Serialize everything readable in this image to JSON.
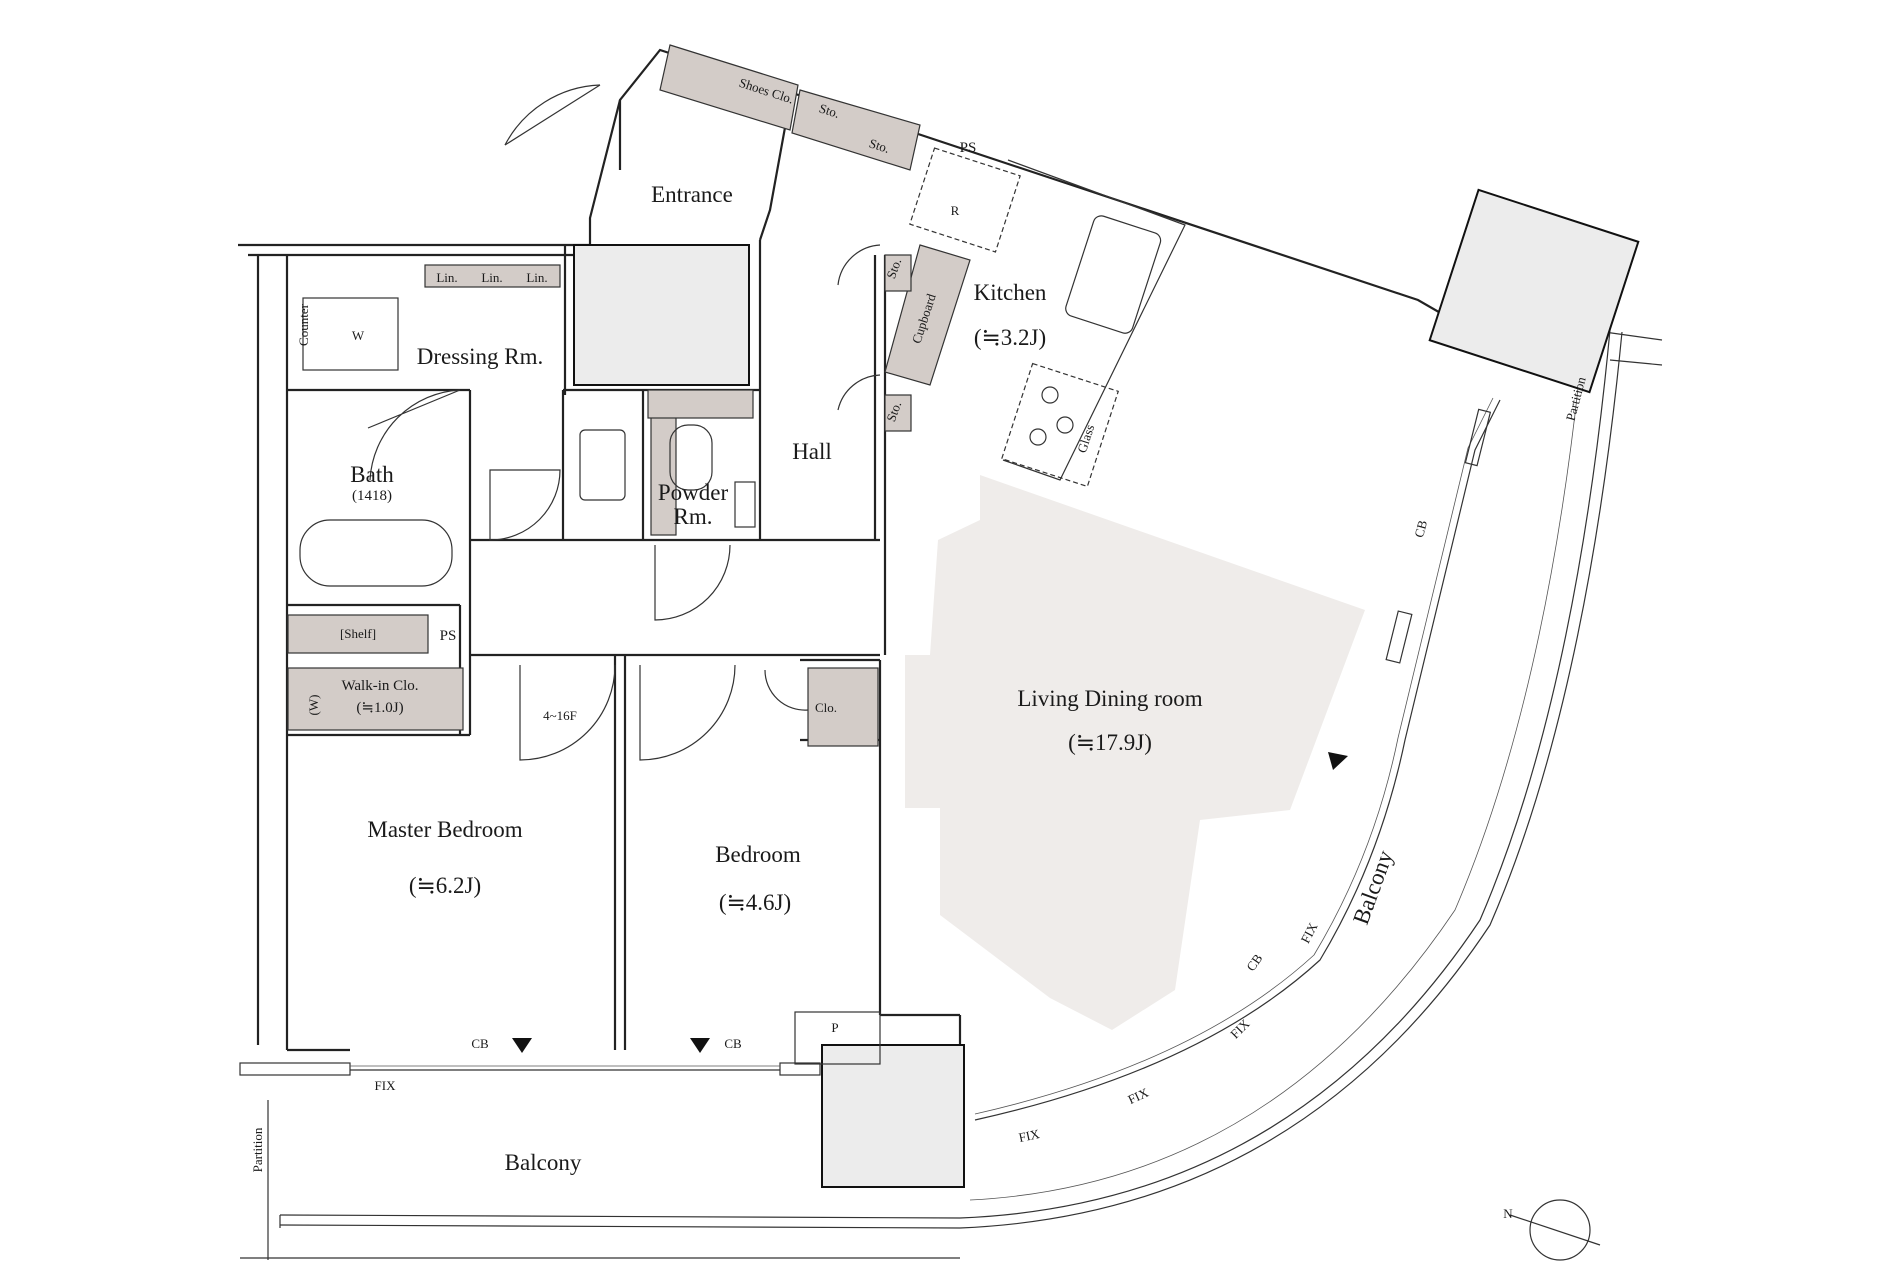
{
  "rooms": {
    "entrance": "Entrance",
    "kitchen": "Kitchen",
    "kitchen_size": "(≒3.2J)",
    "dressing": "Dressing Rm.",
    "bath": "Bath",
    "bath_size": "(1418)",
    "powder_line1": "Powder",
    "powder_line2": "Rm.",
    "hall": "Hall",
    "living": "Living Dining room",
    "living_size": "(≒17.9J)",
    "master": "Master Bedroom",
    "master_size": "(≒6.2J)",
    "bedroom": "Bedroom",
    "bedroom_size": "(≒4.6J)",
    "balcony_bottom": "Balcony",
    "balcony_side": "Balcony",
    "walkin": "Walk-in Clo.",
    "walkin_size": "(≒1.0J)"
  },
  "fixtures": {
    "shoes": "Shoes Clo.",
    "sto1": "Sto.",
    "sto2": "Sto.",
    "sto3": "Sto.",
    "sto4": "Sto.",
    "ps_top": "PS",
    "ps_mid": "PS",
    "r": "R",
    "cupboard": "Cupboard",
    "glass": "Glass",
    "lin1": "Lin.",
    "lin2": "Lin.",
    "lin3": "Lin.",
    "counter": "Counter",
    "w": "W",
    "w_bracket": "(W)",
    "shelf": "[Shelf]",
    "clo": "Clo.",
    "floors": "4~16F",
    "p": "P",
    "partition_left": "Partition",
    "partition_right": "Partition",
    "compass_n": "N"
  },
  "window_marks": {
    "cb_left": "CB",
    "cb_mid": "CB",
    "cb_curve1": "CB",
    "cb_curve2": "CB",
    "fix1": "FIX",
    "fix2": "FIX",
    "fix3": "FIX",
    "fix4": "FIX",
    "fix5": "FIX"
  }
}
